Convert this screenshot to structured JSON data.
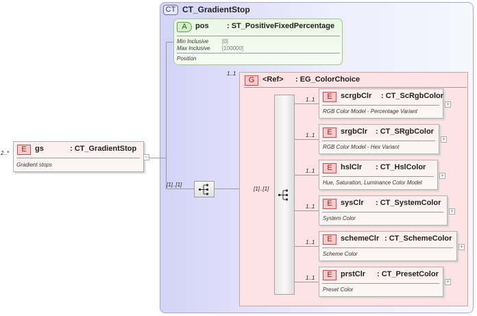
{
  "complex_type": {
    "tag": "CT",
    "name": "CT_GradientStop"
  },
  "attribute": {
    "tag": "A",
    "name": "pos",
    "type": ": ST_PositiveFixedPercentage",
    "facets": [
      {
        "label": "Min Inclusive",
        "value": "[0]"
      },
      {
        "label": "Max Inclusive",
        "value": "[100000]"
      }
    ],
    "doc": "Position"
  },
  "root": {
    "tag": "E",
    "cardinality": "2..*",
    "name": "gs",
    "type": ": CT_GradientStop",
    "doc": "Gradient stops",
    "collapse": "−"
  },
  "sequence": {
    "cardinality": "[1]..[1]"
  },
  "group": {
    "tag": "G",
    "cardinality": "1..1",
    "ref": "<Ref>",
    "name": ": EG_ColorChoice",
    "choice_cardinality": "[1]..[1]"
  },
  "children": [
    {
      "tag": "E",
      "cardinality": "1..1",
      "name": "scrgbClr",
      "type": ": CT_ScRgbColor",
      "doc": "RGB Color Model - Percentage Variant",
      "expand": "+"
    },
    {
      "tag": "E",
      "cardinality": "1..1",
      "name": "srgbClr",
      "type": ": CT_SRgbColor",
      "doc": "RGB Color Model - Hex Variant",
      "expand": "+"
    },
    {
      "tag": "E",
      "cardinality": "1..1",
      "name": "hslClr",
      "type": ": CT_HslColor",
      "doc": "Hue, Saturation, Luminance Color Model",
      "expand": "+"
    },
    {
      "tag": "E",
      "cardinality": "1..1",
      "name": "sysClr",
      "type": ": CT_SystemColor",
      "doc": "System Color",
      "expand": "+"
    },
    {
      "tag": "E",
      "cardinality": "1..1",
      "name": "schemeClr",
      "type": ": CT_SchemeColor",
      "doc": "Scheme Color",
      "expand": "+"
    },
    {
      "tag": "E",
      "cardinality": "1..1",
      "name": "prstClr",
      "type": ": CT_PresetColor",
      "doc": "Preset Color",
      "expand": "+"
    }
  ]
}
